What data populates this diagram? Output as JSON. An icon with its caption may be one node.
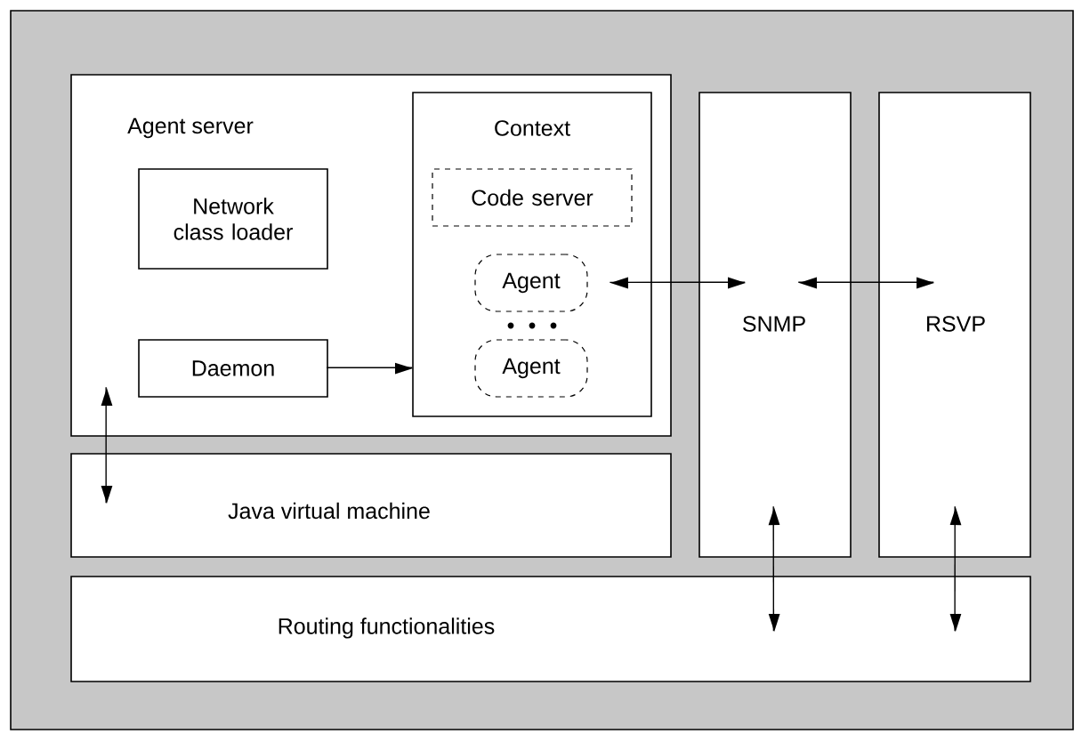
{
  "diagram": {
    "nodes": [
      {
        "text": [
          "Agent server"
        ]
      },
      {
        "text": [
          "Network class loader"
        ],
        "in": 0
      },
      {
        "text": [
          "Context"
        ],
        "in": 0
      },
      {
        "text": [
          "Code server"
        ],
        "in": 2
      },
      {
        "text": [
          "Agent"
        ],
        "in": 2
      },
      {
        "text": [
          "Agent"
        ],
        "in": 2
      },
      {
        "text": [
          "Daemon"
        ],
        "in": 0
      },
      {
        "text": [
          "Java virtual machine"
        ]
      },
      {
        "text": [
          "SNMP"
        ]
      },
      {
        "text": [
          "RSVP"
        ]
      },
      {
        "text": [
          "Routing functionalities"
        ]
      }
    ],
    "edges": [
      {
        "from": 6,
        "to": 2,
        "arrow": "to"
      },
      {
        "from": 4,
        "to": 8,
        "arrow": "both"
      },
      {
        "from": 8,
        "to": 9,
        "arrow": "both"
      },
      {
        "from": 7,
        "to": 0,
        "arrow": "both"
      },
      {
        "from": 8,
        "to": 10,
        "arrow": "both"
      },
      {
        "from": 9,
        "to": 10,
        "arrow": "both"
      }
    ]
  }
}
